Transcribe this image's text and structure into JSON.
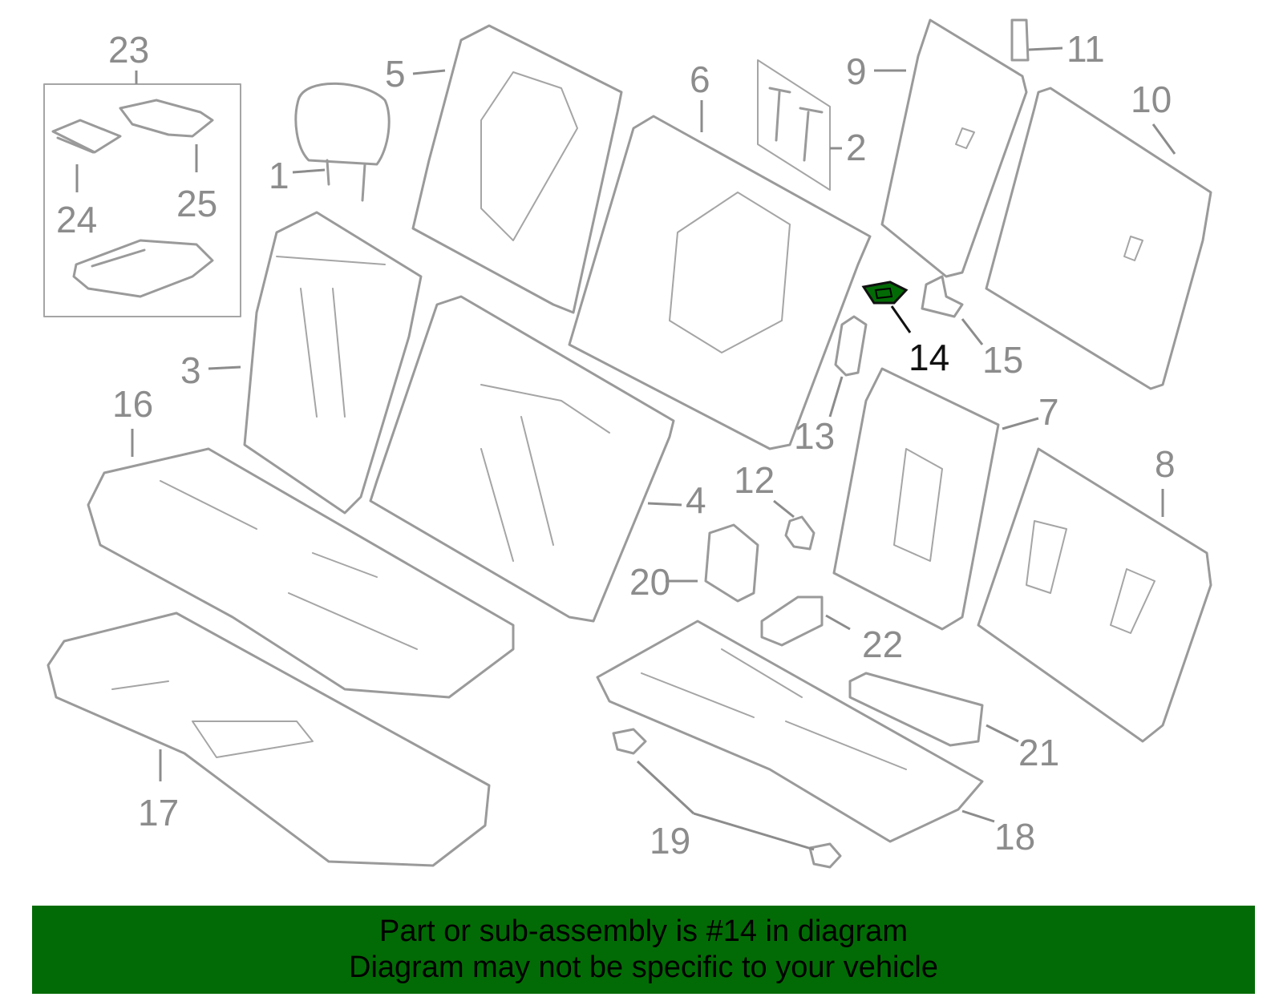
{
  "callouts": [
    {
      "id": "1",
      "label": "1"
    },
    {
      "id": "2",
      "label": "2"
    },
    {
      "id": "3",
      "label": "3"
    },
    {
      "id": "4",
      "label": "4"
    },
    {
      "id": "5",
      "label": "5"
    },
    {
      "id": "6",
      "label": "6"
    },
    {
      "id": "7",
      "label": "7"
    },
    {
      "id": "8",
      "label": "8"
    },
    {
      "id": "9",
      "label": "9"
    },
    {
      "id": "10",
      "label": "10"
    },
    {
      "id": "11",
      "label": "11"
    },
    {
      "id": "12",
      "label": "12"
    },
    {
      "id": "13",
      "label": "13"
    },
    {
      "id": "14",
      "label": "14"
    },
    {
      "id": "15",
      "label": "15"
    },
    {
      "id": "16",
      "label": "16"
    },
    {
      "id": "17",
      "label": "17"
    },
    {
      "id": "18",
      "label": "18"
    },
    {
      "id": "19",
      "label": "19"
    },
    {
      "id": "20",
      "label": "20"
    },
    {
      "id": "21",
      "label": "21"
    },
    {
      "id": "22",
      "label": "22"
    },
    {
      "id": "23",
      "label": "23"
    },
    {
      "id": "24",
      "label": "24"
    },
    {
      "id": "25",
      "label": "25"
    }
  ],
  "highlighted_part": "14",
  "colors": {
    "highlight_fill": "#036b05",
    "part_stroke": "#9a9a9a",
    "banner_bg": "#036b05"
  },
  "banner": {
    "line1": "Part or sub-assembly is #14 in diagram",
    "line2": "Diagram may not be specific to your vehicle"
  }
}
